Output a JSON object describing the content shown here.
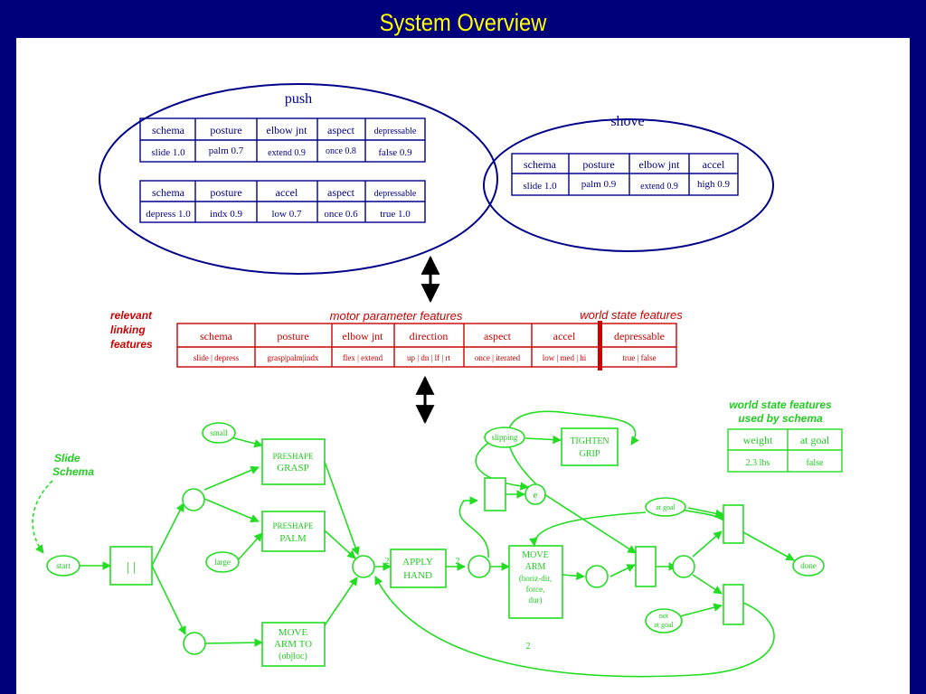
{
  "slide": {
    "title": "System Overview"
  },
  "colors": {
    "background": "#00007b",
    "title": "#ffff00",
    "schema_blue": "#00008b",
    "linking_red": "#cc0000",
    "graph_green": "#22dd22",
    "green_label": "#22cc22"
  },
  "push": {
    "label": "push",
    "table1": {
      "headers": [
        "schema",
        "posture",
        "elbow jnt",
        "aspect",
        "depressable"
      ],
      "values": [
        "slide 1.0",
        "palm 0.7",
        "extend 0.9",
        "once 0.8",
        "false 0.9"
      ]
    },
    "table2": {
      "headers": [
        "schema",
        "posture",
        "accel",
        "aspect",
        "depressable"
      ],
      "values": [
        "depress 1.0",
        "indx 0.9",
        "low 0.7",
        "once 0.6",
        "true 1.0"
      ]
    }
  },
  "shove": {
    "label": "shove",
    "table": {
      "headers": [
        "schema",
        "posture",
        "elbow jnt",
        "accel"
      ],
      "values": [
        "slide 1.0",
        "palm 0.9",
        "extend 0.9",
        "high 0.9"
      ]
    }
  },
  "linking": {
    "side_label": [
      "relevant",
      "linking",
      "features"
    ],
    "motor_label": "motor parameter features",
    "world_label": "world state features",
    "headers": [
      "schema",
      "posture",
      "elbow jnt",
      "direction",
      "aspect",
      "accel",
      "depressable"
    ],
    "values": [
      "slide | depress",
      "grasp|palm|indx",
      "flex | extend",
      "up | dn | lf | rt",
      "once | iterated",
      "low | med | hi",
      "true | false"
    ]
  },
  "world_state": {
    "title": [
      "world state features",
      "used by schema"
    ],
    "headers": [
      "weight",
      "at goal"
    ],
    "values": [
      "2.3 lbs",
      "false"
    ]
  },
  "slide_schema": {
    "label": [
      "Slide",
      "Schema"
    ],
    "nodes": {
      "start": "start",
      "small": "small",
      "large": "large",
      "preshape_grasp": [
        "PRESHAPE",
        "GRASP"
      ],
      "preshape_palm": [
        "PRESHAPE",
        "PALM"
      ],
      "move_arm_to": [
        "MOVE",
        "ARM TO",
        "(objloc)"
      ],
      "bars": "| |",
      "apply_hand": [
        "APPLY",
        "HAND"
      ],
      "slipping": "slipping",
      "tighten_grip": [
        "TIGHTEN",
        "GRIP"
      ],
      "e": "e",
      "move_arm": [
        "MOVE",
        "ARM",
        "(horiz-dir,",
        "force,",
        "dur)"
      ],
      "at_goal": "at goal",
      "not_at_goal": [
        "not",
        "at goal"
      ],
      "done": "done"
    },
    "arc_labels": {
      "into_apply": "2",
      "out_apply": "2",
      "return": "2"
    }
  }
}
